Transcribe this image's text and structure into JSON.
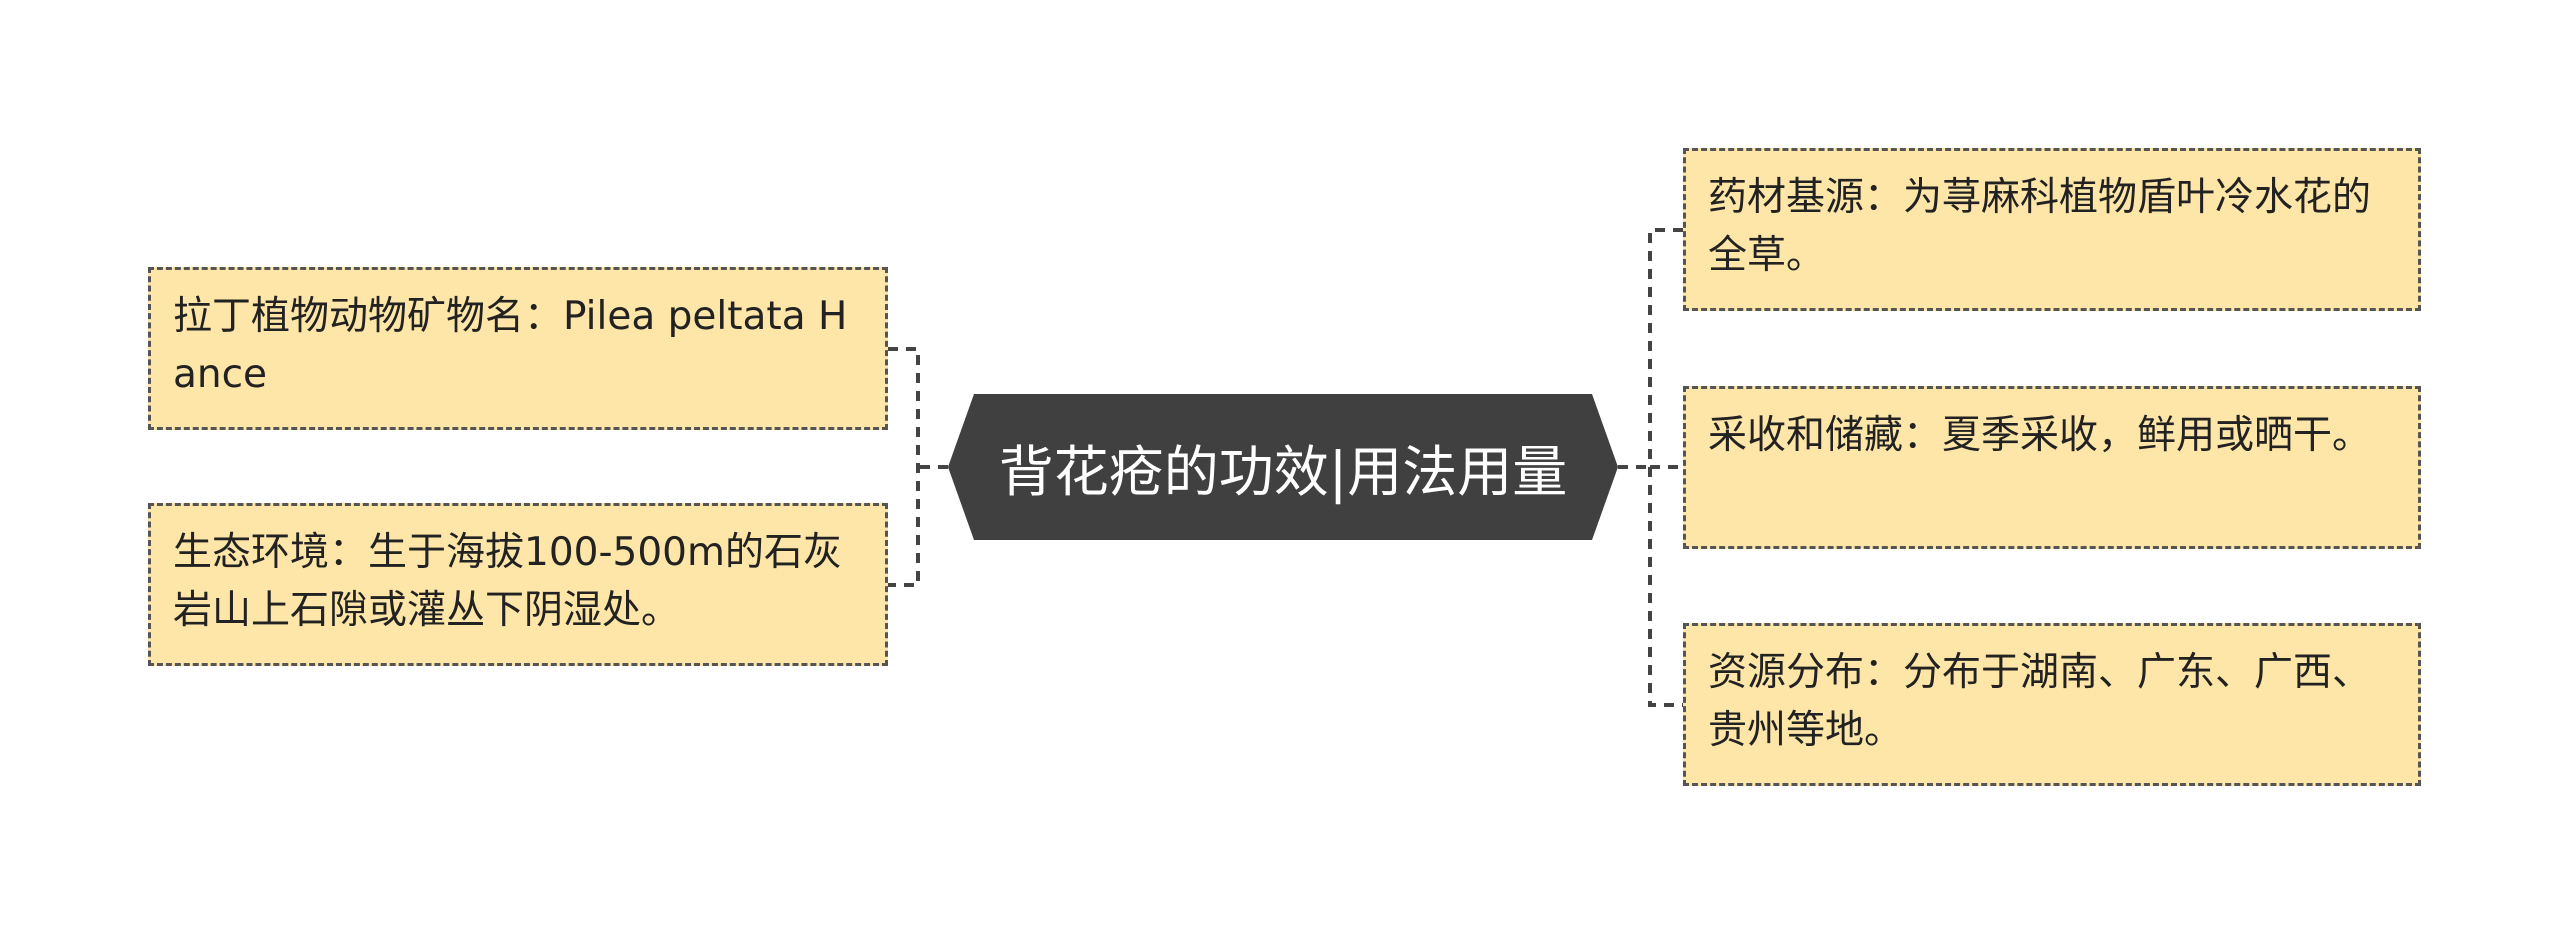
{
  "center": {
    "title": "背花疮的功效|用法用量",
    "fill_color": "#404040",
    "text_color": "#ffffff"
  },
  "left_branches": [
    {
      "text": "拉丁植物动物矿物名：Pilea peltata Hance"
    },
    {
      "text": "生态环境：生于海拔100-500m的石灰岩山上石隙或灌丛下阴湿处。"
    }
  ],
  "right_branches": [
    {
      "text": "药材基源：为荨麻科植物盾叶冷水花的全草。"
    },
    {
      "text": "采收和储藏：夏季采收，鲜用或晒干。"
    },
    {
      "text": "资源分布：分布于湖南、广东、广西、贵州等地。"
    }
  ],
  "colors": {
    "leaf_fill": "#fee6a9",
    "leaf_border": "#555555",
    "connector": "#444444"
  }
}
